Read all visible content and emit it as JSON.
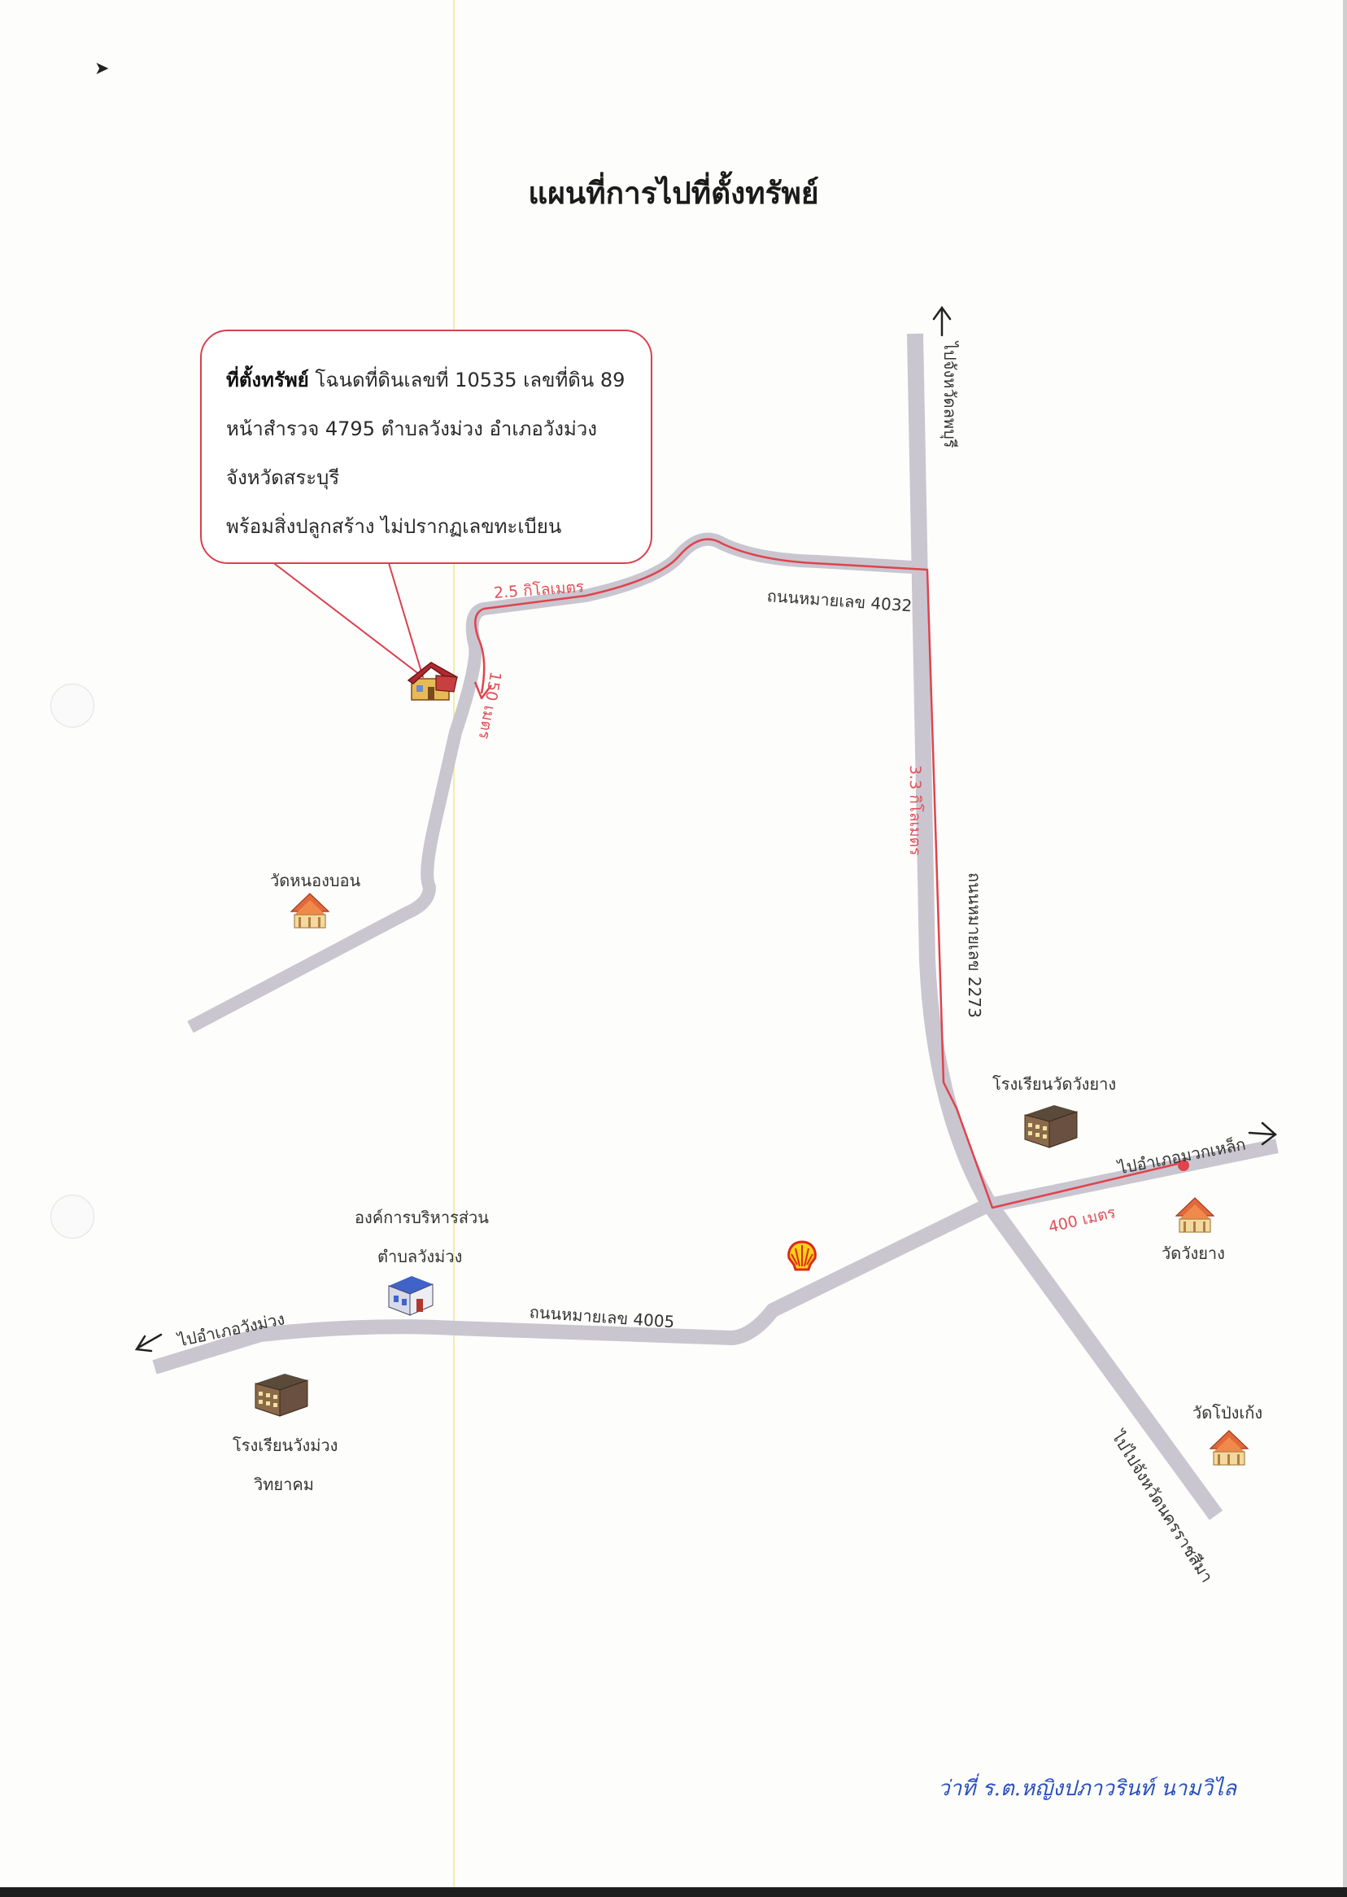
{
  "title": "แผนที่การไปที่ตั้งทรัพย์",
  "info_box": {
    "heading": "ที่ตั้งทรัพย์",
    "line1": "โฉนดที่ดินเลขที่ 10535 เลขที่ดิน 89",
    "line2": "หน้าสำรวจ 4795 ตำบลวังม่วง อำเภอวังม่วง",
    "line3": "จังหวัดสระบุรี",
    "line4": "พร้อมสิ่งปลูกสร้าง ไม่ปรากฏเลขทะเบียน"
  },
  "roads": {
    "road_4032": "ถนนหมายเลข 4032",
    "road_2273": "ถนนหมายเลข 2273",
    "road_4005": "ถนนหมายเลข 4005"
  },
  "directions": {
    "to_lopburi": "ไปจังหวัดลพบุรี",
    "to_muak_lek": "ไปอำเภอมวกเหล็ก",
    "to_wang_muang": "ไปอำเภอวังม่วง",
    "to_nakhon_ratchasima": "ไปไปจังหวัดนครราชสีมา"
  },
  "distances": {
    "d_2_5km": "2.5 กิโลเมตร",
    "d_150m": "150 เมตร",
    "d_3_3km": "3.3 กิโลเมตร",
    "d_400m": "400 เมตร"
  },
  "landmarks": {
    "wat_nong_bon": "วัดหนองบอน",
    "school_wat_wang_yang": "โรงเรียนวัดวังยาง",
    "wat_wang_yang": "วัดวังยาง",
    "tao_line1": "องค์การบริหารส่วน",
    "tao_line2": "ตำบลวังม่วง",
    "school_wang_muang_line1": "โรงเรียนวังม่วง",
    "school_wang_muang_line2": "วิทยาคม",
    "wat_pong_kang": "วัดโป่งเก้ง"
  },
  "signature": "ว่าที่ ร.ต.หญิงปภาวรินท์ นามวิไล",
  "colors": {
    "road": "#c9c6d0",
    "route": "#e0434d",
    "callout_border": "#d9414e",
    "signature": "#2a4fbf"
  },
  "icons": {
    "property": "house-icon",
    "temple": "temple-icon",
    "school": "school-icon",
    "office": "office-icon",
    "gas_station": "shell-gas-station-icon"
  }
}
